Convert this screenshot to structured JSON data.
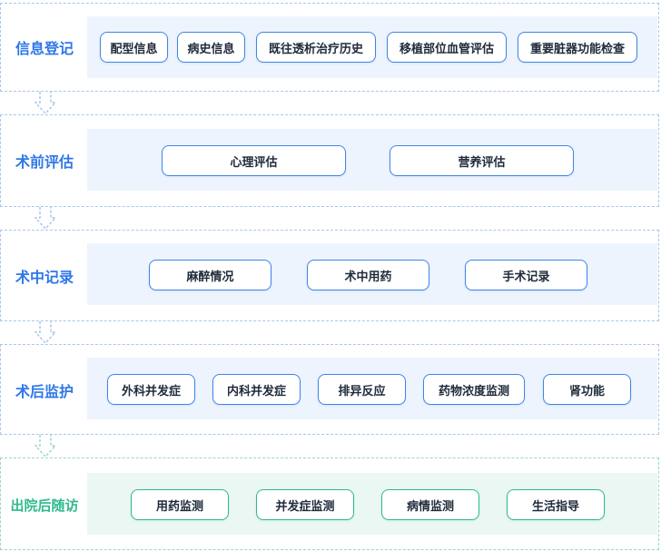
{
  "colors": {
    "accent_blue": "#2f77e8",
    "accent_green": "#2fba8e",
    "panel_blue": "#eef4fd",
    "panel_green": "#eaf7f2"
  },
  "stages": [
    {
      "title": "信息登记",
      "items": [
        "配型信息",
        "病史信息",
        "既往透析治疗历史",
        "移植部位血管评估",
        "重要脏器功能检查"
      ]
    },
    {
      "title": "术前评估",
      "items": [
        "心理评估",
        "营养评估"
      ]
    },
    {
      "title": "术中记录",
      "items": [
        "麻醉情况",
        "术中用药",
        "手术记录"
      ]
    },
    {
      "title": "术后监护",
      "items": [
        "外科并发症",
        "内科并发症",
        "排异反应",
        "药物浓度监测",
        "肾功能"
      ]
    },
    {
      "title": "出院后随访",
      "items": [
        "用药监测",
        "并发症监测",
        "病情监测",
        "生活指导"
      ]
    }
  ]
}
